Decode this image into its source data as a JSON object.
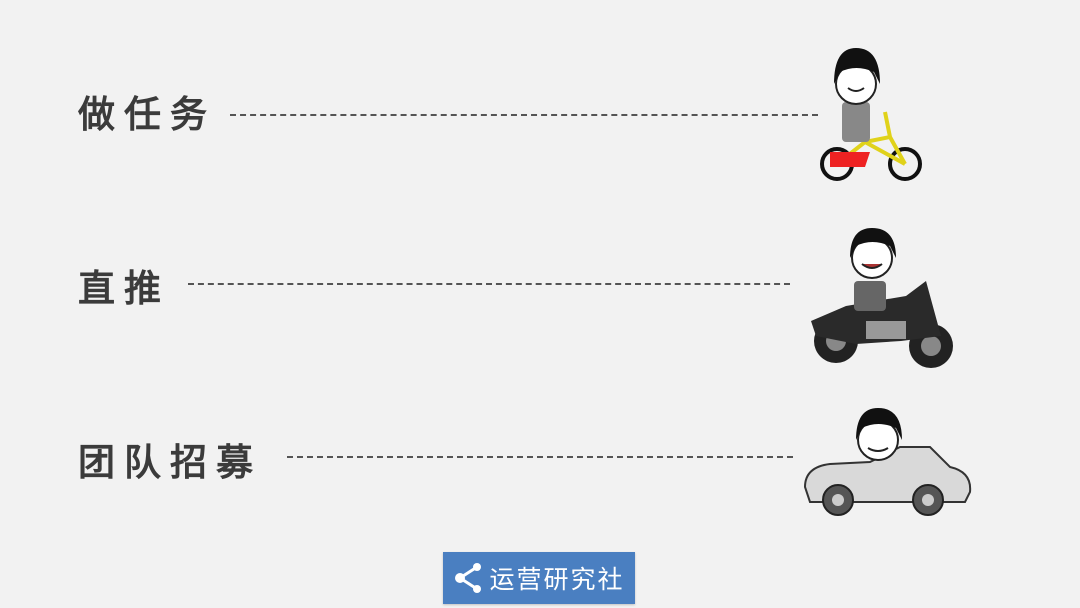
{
  "rows": [
    {
      "label": "做任务",
      "vehicle": "bicycle"
    },
    {
      "label": "直推",
      "vehicle": "motorcycle"
    },
    {
      "label": "团队招募",
      "vehicle": "car"
    }
  ],
  "badge": {
    "icon": "share-icon",
    "text": "运营研究社",
    "color": "#4a7fc1"
  }
}
